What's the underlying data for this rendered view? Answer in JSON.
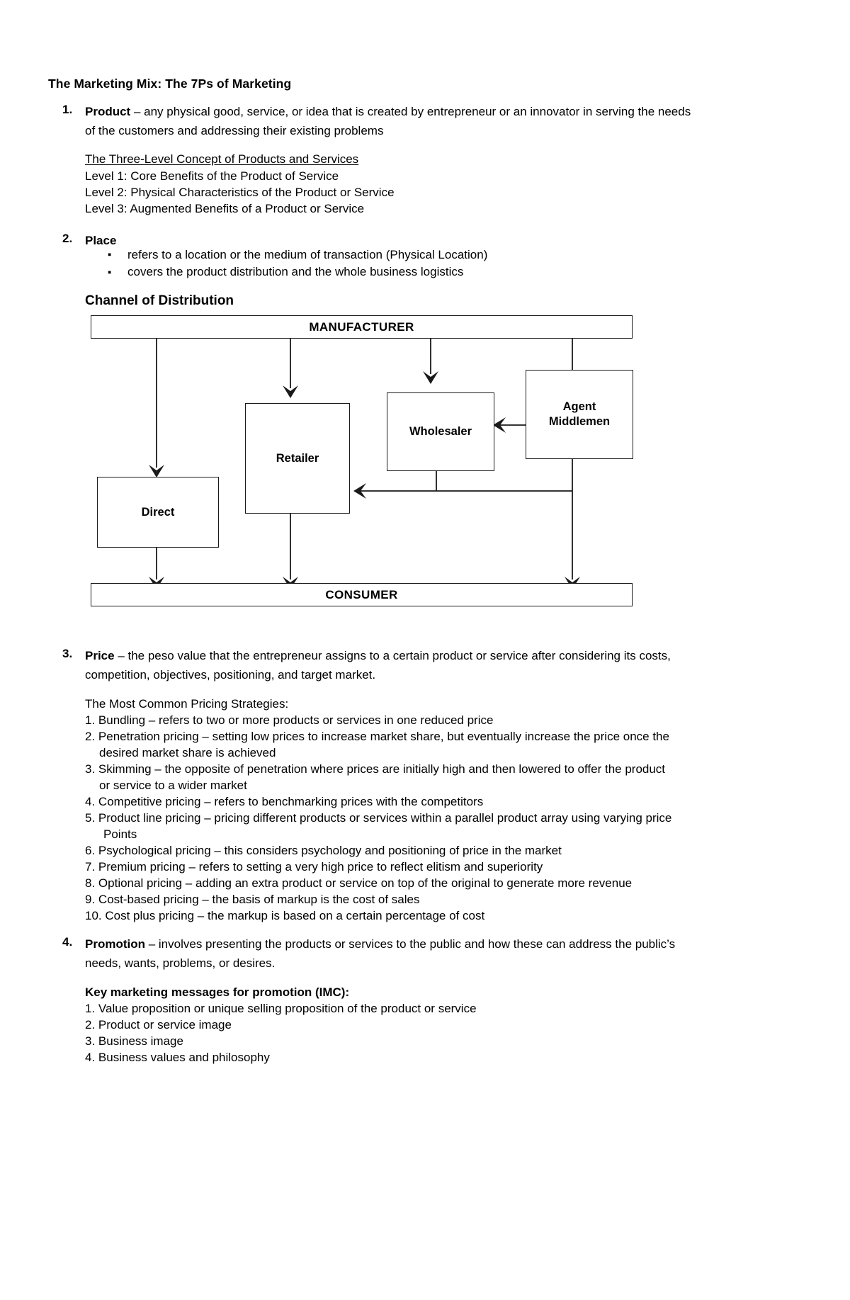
{
  "document": {
    "title": "The Marketing Mix: The 7Ps of Marketing"
  },
  "items": [
    {
      "number": "1.",
      "term": "Product",
      "dash": " – ",
      "definition_line1": "any physical good, service, or idea that is created by entrepreneur or an innovator in serving the needs",
      "definition_line2": "of the customers and addressing their existing problems"
    },
    {
      "number": "2.",
      "term": "Place"
    },
    {
      "number": "3.",
      "term": "Price",
      "dash": " – ",
      "definition_line1": "the peso value that the entrepreneur assigns to a certain product or service after considering its costs,",
      "definition_line2": "competition, objectives, positioning, and target market."
    },
    {
      "number": "4.",
      "term": "Promotion",
      "dash": " – ",
      "definition_line1": "involves presenting the products or services to the public and how these can address the public’s",
      "definition_line2": "needs, wants, problems, or desires."
    }
  ],
  "three_level": {
    "heading": "The Three-Level Concept of Products and Services",
    "levels": [
      "Level 1: Core Benefits of the Product of Service",
      "Level 2: Physical Characteristics of the Product or Service",
      "Level 3: Augmented Benefits of a Product or Service"
    ]
  },
  "place_bullets": [
    "refers to a location or the medium of transaction (Physical Location)",
    "covers the product distribution and the whole business logistics"
  ],
  "channel": {
    "heading": "Channel of Distribution",
    "nodes": {
      "manufacturer": "MANUFACTURER",
      "consumer": "CONSUMER",
      "direct": "Direct",
      "retailer": "Retailer",
      "wholesaler": "Wholesaler",
      "agent_middlemen_line1": "Agent",
      "agent_middlemen_line2": "Middlemen"
    }
  },
  "pricing": {
    "heading": "The Most Common Pricing Strategies:",
    "strategies": [
      {
        "n": "1.",
        "text": "Bundling – refers to two or more products or services in one reduced price",
        "cont": ""
      },
      {
        "n": "2.",
        "text": "Penetration pricing – setting low prices to increase market share, but eventually increase the price once the",
        "cont": "desired market share is achieved"
      },
      {
        "n": "3.",
        "text": "Skimming – the opposite of penetration where prices are initially high and then lowered to offer the product",
        "cont": "or service to a wider market"
      },
      {
        "n": "4.",
        "text": "Competitive pricing – refers to benchmarking prices with the competitors",
        "cont": ""
      },
      {
        "n": "5.",
        "text": "Product line pricing – pricing different products or services within a parallel product array using varying price",
        "cont": "Points"
      },
      {
        "n": "6.",
        "text": "Psychological pricing – this considers psychology and positioning of price in the market",
        "cont": ""
      },
      {
        "n": "7.",
        "text": "Premium pricing – refers to setting a very high price to reflect elitism and superiority",
        "cont": ""
      },
      {
        "n": "8.",
        "text": "Optional pricing – adding an extra product or service on top of the original to generate more revenue",
        "cont": ""
      },
      {
        "n": "9.",
        "text": "Cost-based pricing – the basis of markup is the cost of sales",
        "cont": ""
      },
      {
        "n": "10.",
        "text": "Cost plus pricing – the markup is based on a certain percentage of cost",
        "cont": ""
      }
    ]
  },
  "promotion": {
    "heading": "Key marketing messages for promotion (IMC):",
    "messages": [
      {
        "n": "1.",
        "text": "Value proposition or unique selling proposition of the product or service"
      },
      {
        "n": "2.",
        "text": "Product or service image"
      },
      {
        "n": "3.",
        "text": "Business image"
      },
      {
        "n": "4.",
        "text": "Business values and philosophy"
      }
    ]
  }
}
